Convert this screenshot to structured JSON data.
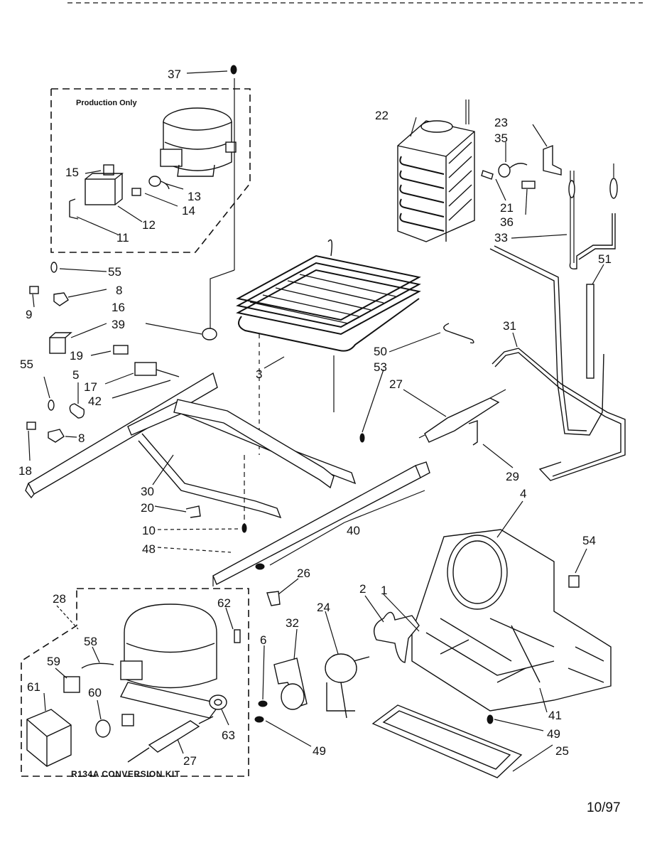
{
  "groups": {
    "production_only": "Production Only",
    "conversion_kit": "R134A CONVERSION KIT"
  },
  "date_code": "10/97",
  "callouts": {
    "p1": "1",
    "p2": "2",
    "p3": "3",
    "p4": "4",
    "p5": "5",
    "p6": "6",
    "p8a": "8",
    "p8b": "8",
    "p9": "9",
    "p10": "10",
    "p11": "11",
    "p12": "12",
    "p13": "13",
    "p14": "14",
    "p15": "15",
    "p16": "16",
    "p17": "17",
    "p18": "18",
    "p19": "19",
    "p20": "20",
    "p21": "21",
    "p22": "22",
    "p23": "23",
    "p24": "24",
    "p25": "25",
    "p26": "26",
    "p27a": "27",
    "p27b": "27",
    "p28": "28",
    "p29": "29",
    "p30": "30",
    "p31": "31",
    "p32": "32",
    "p33": "33",
    "p35": "35",
    "p36": "36",
    "p37": "37",
    "p39": "39",
    "p40": "40",
    "p41": "41",
    "p42": "42",
    "p48": "48",
    "p49a": "49",
    "p49b": "49",
    "p50": "50",
    "p51": "51",
    "p53": "53",
    "p54": "54",
    "p55a": "55",
    "p55b": "55",
    "p58": "58",
    "p59": "59",
    "p60": "60",
    "p61": "61",
    "p62": "62",
    "p63": "63"
  }
}
